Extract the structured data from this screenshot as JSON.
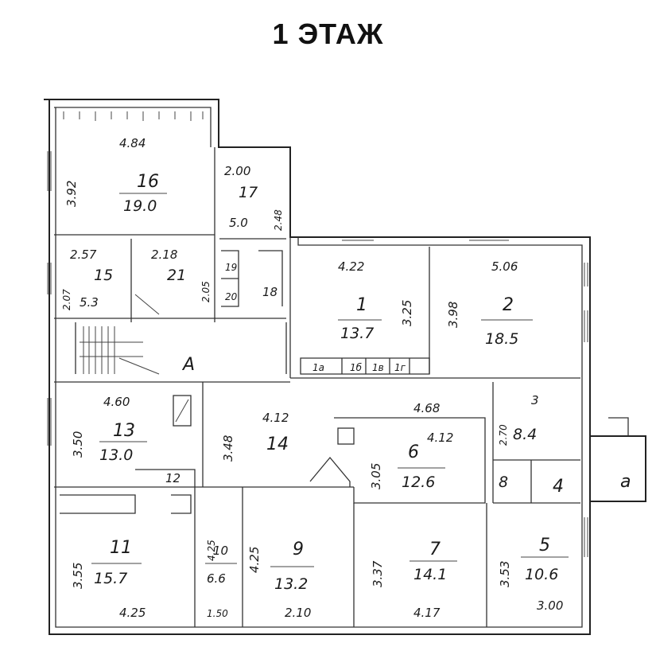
{
  "title": "1 ЭТАЖ",
  "rooms": [
    {
      "id": "16",
      "num": "16",
      "area": "19.0",
      "w": "4.84",
      "h": "3.92"
    },
    {
      "id": "17",
      "num": "17",
      "area": "5.0",
      "w": "2.00",
      "h": "2.48"
    },
    {
      "id": "15",
      "num": "15",
      "area": "5.3",
      "w": "2.57",
      "h": "2.07"
    },
    {
      "id": "21",
      "num": "21",
      "w": "2.18",
      "h": "2.05"
    },
    {
      "id": "19",
      "num": "19"
    },
    {
      "id": "20",
      "num": "20"
    },
    {
      "id": "18",
      "num": "18"
    },
    {
      "id": "1",
      "num": "1",
      "area": "13.7",
      "w": "4.22",
      "h": "3.25"
    },
    {
      "id": "2",
      "num": "2",
      "area": "18.5",
      "w": "5.06",
      "h": "3.98"
    },
    {
      "id": "A",
      "num": "А"
    },
    {
      "id": "1a",
      "num": "1а"
    },
    {
      "id": "1b",
      "num": "1б"
    },
    {
      "id": "1v",
      "num": "1в"
    },
    {
      "id": "1g",
      "num": "1г"
    },
    {
      "id": "13",
      "num": "13",
      "area": "13.0",
      "w": "4.60",
      "h": "3.50"
    },
    {
      "id": "14",
      "num": "14",
      "w": "4.12",
      "h": "3.48"
    },
    {
      "id": "14-len",
      "w": "4.68"
    },
    {
      "id": "3",
      "num": "3",
      "area": "8.4",
      "h": "2.70"
    },
    {
      "id": "6",
      "num": "6",
      "area": "12.6",
      "w": "4.12",
      "h": "3.05"
    },
    {
      "id": "8",
      "num": "8"
    },
    {
      "id": "4",
      "num": "4"
    },
    {
      "id": "a",
      "num": "а"
    },
    {
      "id": "12",
      "num": "12"
    },
    {
      "id": "11",
      "num": "11",
      "area": "15.7",
      "w": "4.25",
      "h": "3.55"
    },
    {
      "id": "10",
      "num": "10",
      "area": "6.6",
      "w": "1.50",
      "h": "4.25"
    },
    {
      "id": "9",
      "num": "9",
      "area": "13.2",
      "w": "2.10",
      "h": "4.25"
    },
    {
      "id": "7",
      "num": "7",
      "area": "14.1",
      "w": "4.17",
      "h": "3.37"
    },
    {
      "id": "5",
      "num": "5",
      "area": "10.6",
      "w": "3.00",
      "h": "3.53"
    }
  ]
}
